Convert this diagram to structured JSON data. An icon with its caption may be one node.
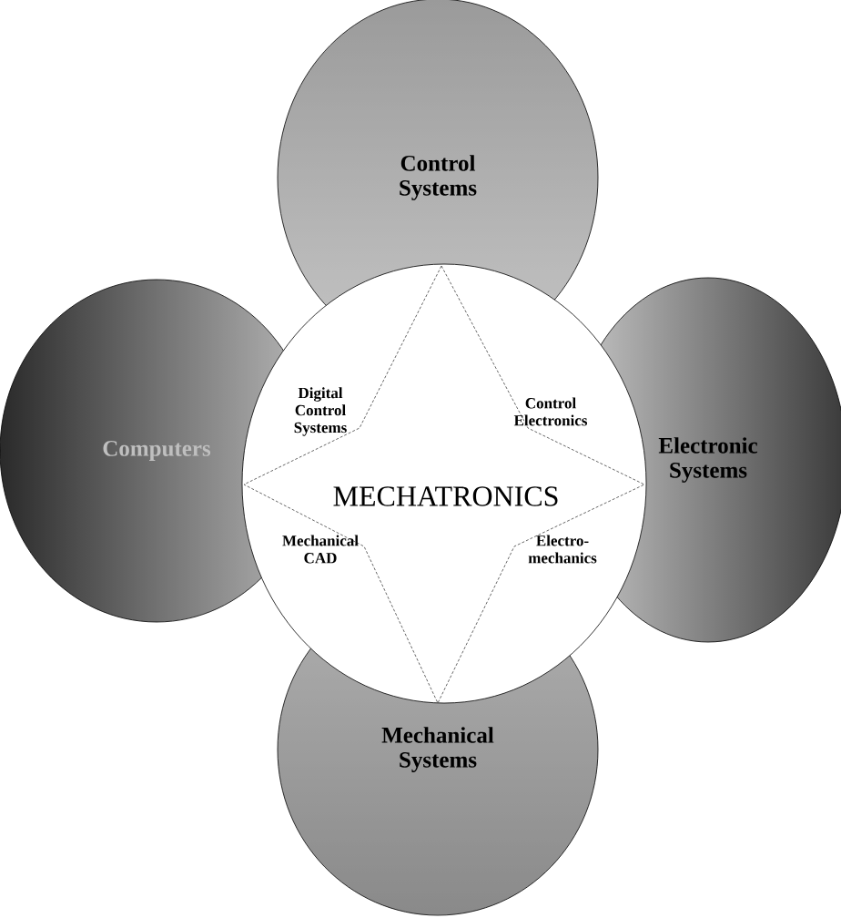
{
  "diagram": {
    "nodes": [
      {
        "text": [
          "Control Systems"
        ]
      },
      {
        "text": [
          "Computers"
        ]
      },
      {
        "text": [
          "Digital Control Systems",
          "Control Electronics",
          "Mechanical CAD",
          "Electro- mechanics"
        ]
      },
      {
        "text": [
          "MECHATRONICS"
        ],
        "in": 2
      },
      {
        "text": [
          "Electronic Systems"
        ]
      },
      {
        "text": [
          "Mechanical Systems"
        ]
      }
    ]
  }
}
